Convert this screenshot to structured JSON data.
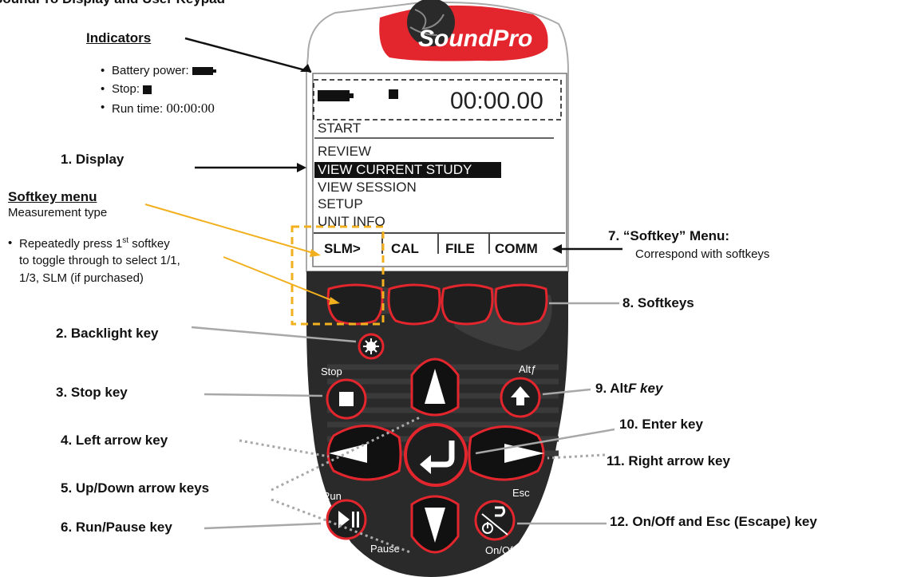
{
  "page_title": "SoundPro Display and User Keypad",
  "brand": "SoundPro",
  "indicators": {
    "heading": "Indicators",
    "battery": "Battery power:",
    "stop": "Stop:",
    "runtime_label": "Run time:",
    "runtime_value": "00:00:00"
  },
  "screen": {
    "timer": "00:00.00",
    "menu": [
      "START",
      "REVIEW",
      "VIEW CURRENT STUDY",
      "VIEW SESSION",
      "SETUP",
      "UNIT INFO"
    ],
    "selected_index": 2,
    "softkeys": [
      "SLM>",
      "CAL",
      "FILE",
      "COMM"
    ]
  },
  "softkey_menu": {
    "heading": "Softkey menu",
    "subheading": "Measurement type",
    "bullet_line1": "Repeatedly press 1",
    "bullet_sup": "st",
    "bullet_line1_end": " softkey",
    "bullet_line2": "to toggle through to select 1/1,",
    "bullet_line3": "1/3, SLM (if purchased)"
  },
  "labels": {
    "display": "1.  Display",
    "backlight": "2.  Backlight key",
    "stop": "3.  Stop key",
    "left_arrow": "4.  Left arrow key",
    "updown": "5.  Up/Down arrow keys",
    "runpause": "6.  Run/Pause key",
    "softkey_menu_title": "7.  “Softkey” Menu:",
    "softkey_menu_sub": "Correspond with softkeys",
    "softkeys": "8.  Softkeys",
    "altf_prefix": "9.  Alt",
    "altf_suffix": "F key",
    "enter": "10. Enter key",
    "right_arrow": "11. Right arrow key",
    "onoff": "12. On/Off and Esc (Escape) key"
  },
  "key_captions": {
    "stop": "Stop",
    "altf": "Altƒ",
    "run": "Run",
    "pause": "Pause",
    "esc": "Esc",
    "onoff": "On/Off"
  },
  "colors": {
    "red": "#e3262d",
    "dark": "#2a2a2a",
    "callout_orange": "#f2b01e",
    "arrow_gray": "#a8a8a8"
  }
}
